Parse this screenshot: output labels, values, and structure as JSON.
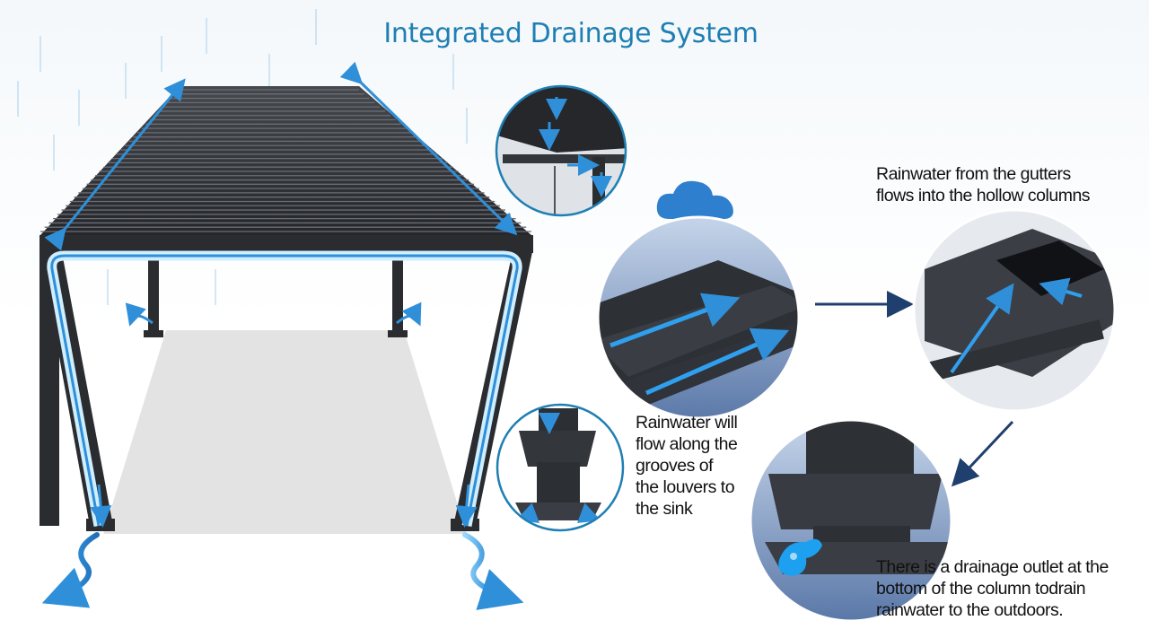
{
  "title": "Integrated Drainage System",
  "captions": {
    "gutters": [
      "Rainwater from the gutters",
      "flows into the hollow columns"
    ],
    "grooves": [
      "Rainwater will",
      "flow along the",
      "grooves of",
      "the louvers to",
      "the sink"
    ],
    "outlet": [
      "There is a drainage outlet at the",
      "bottom of the column todrain",
      "rainwater to the outdoors."
    ]
  },
  "colors": {
    "title": "#1f7fb3",
    "water": "#2f8fd8",
    "frame": "#2a2c30",
    "arrow_navy": "#1f3f6e",
    "floor": "#e3e3e3"
  },
  "icons": [
    "rain-cloud-icon",
    "water-splash-icon"
  ]
}
